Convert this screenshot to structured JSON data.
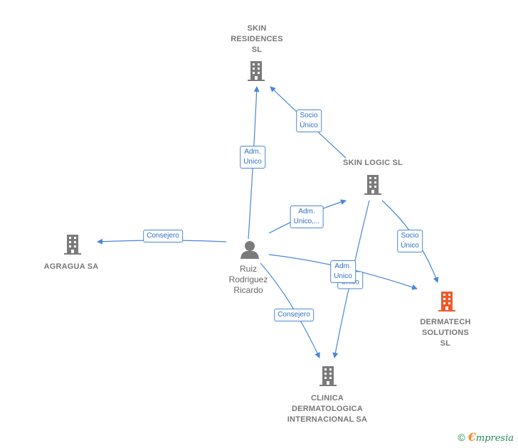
{
  "nodes": {
    "skin_residences": "SKIN RESIDENCES SL",
    "skin_residences_lines": [
      "SKIN",
      "RESIDENCES",
      "SL"
    ],
    "skin_logic": "SKIN LOGIC SL",
    "agragua": "AGRAGUA SA",
    "person_lines": [
      "Ruiz",
      "Rodriguez",
      "Ricardo"
    ],
    "dermatech_lines": [
      "DERMATECH",
      "SOLUTIONS",
      "SL"
    ],
    "clinica_lines": [
      "CLINICA",
      "DERMATOLOGICA",
      "INTERNACIONAL SA"
    ]
  },
  "edges": {
    "adm_unico_1": [
      "Adm.",
      "Unico"
    ],
    "socio_unico_1": [
      "Socio",
      "Único"
    ],
    "adm_unico_2": [
      "Adm.",
      "Unico,..."
    ],
    "consejero_1": "Consejero",
    "socio_unico_2": [
      "Socio",
      "Único"
    ],
    "adm_unico_3": [
      "Adm.",
      "Unico"
    ],
    "unico_hidden": "Unico",
    "consejero_2": "Consejero"
  },
  "colors": {
    "edge": "#4a86d8",
    "building": "#7a7a7a",
    "main_building": "#f05a28"
  },
  "footer": {
    "copyright": "©",
    "brand_e": "€",
    "brand_rest": "mpresia"
  }
}
